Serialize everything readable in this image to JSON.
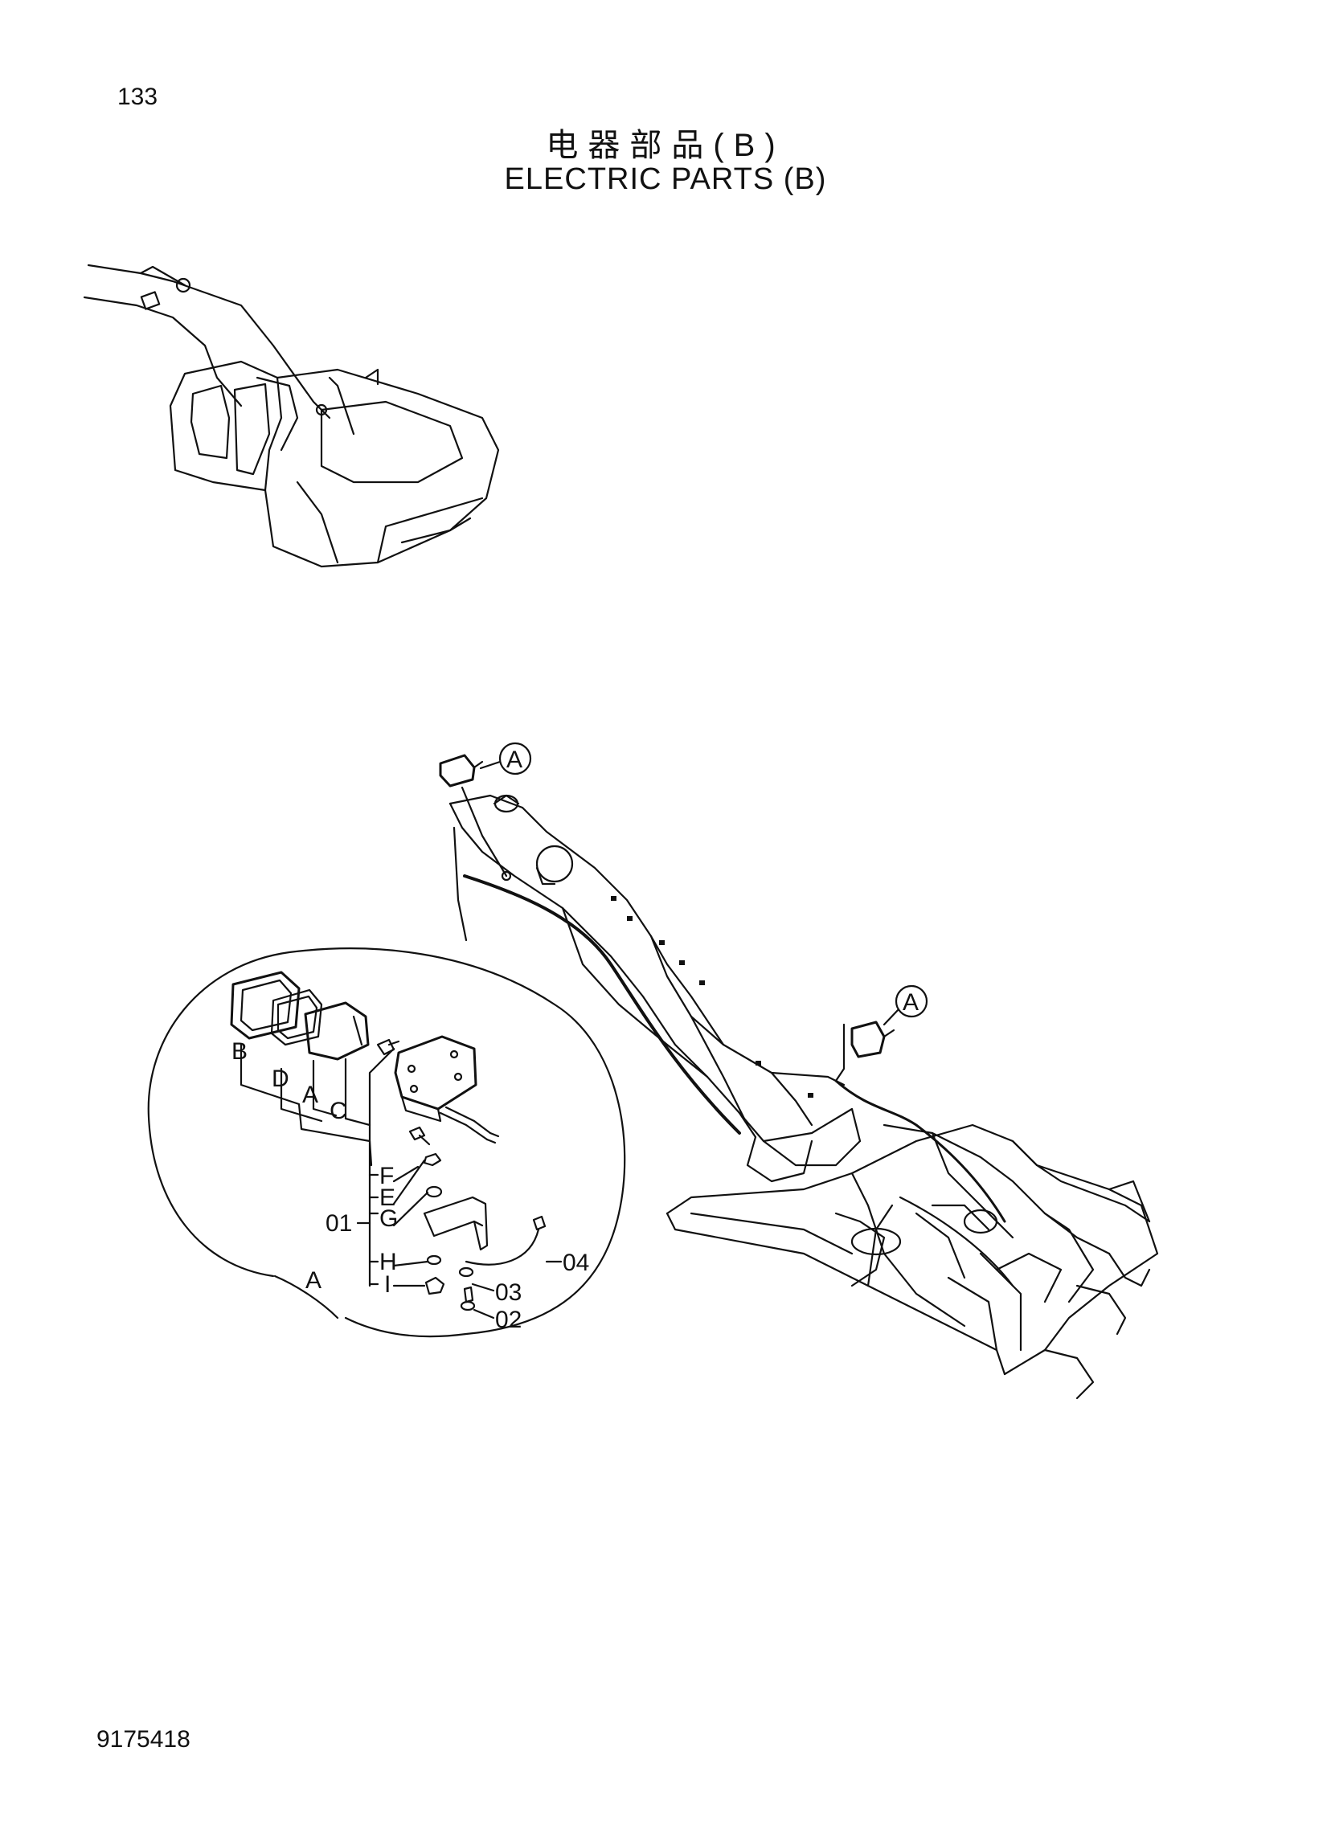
{
  "header": {
    "page_number": "133",
    "title_cn": "电器部品(B)",
    "title_en": "ELECTRIC PARTS (B)"
  },
  "footer": {
    "drawing_number": "9175418"
  },
  "callouts": {
    "ref_boom": "A",
    "ref_frame": "A"
  },
  "detail": {
    "group_label": "A",
    "assembly_number": "01",
    "letter_labels": [
      "B",
      "D",
      "A",
      "C",
      "F",
      "E",
      "G",
      "H",
      "I"
    ],
    "part_numbers": [
      "04",
      "03",
      "02"
    ]
  }
}
